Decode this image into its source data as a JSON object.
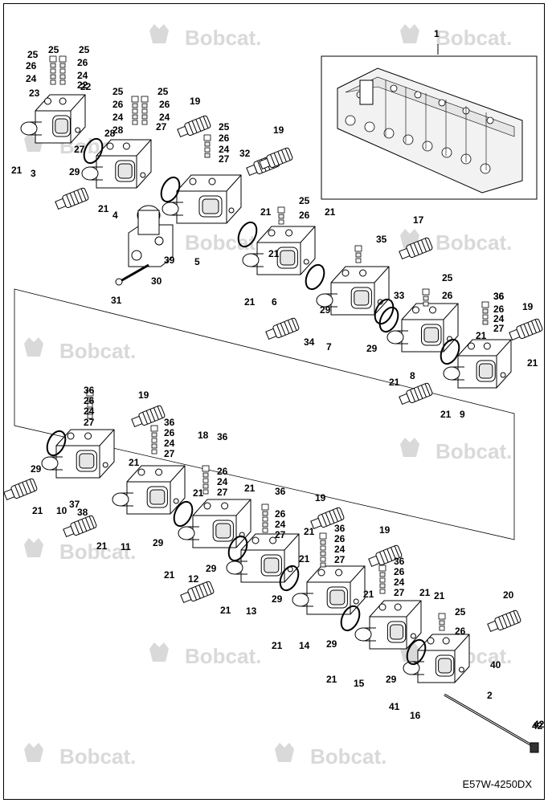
{
  "watermark": {
    "text": "Bobcat.",
    "color": "#d9d9d9"
  },
  "drawing_code": "E57W-4250DX",
  "callouts": [
    "1",
    "2",
    "3",
    "4",
    "5",
    "6",
    "7",
    "8",
    "9",
    "10",
    "11",
    "12",
    "13",
    "14",
    "15",
    "16",
    "17",
    "18",
    "19",
    "20",
    "21",
    "22",
    "23",
    "24",
    "25",
    "26",
    "27",
    "28",
    "29",
    "30",
    "31",
    "32",
    "33",
    "34",
    "35",
    "36",
    "37",
    "38",
    "39",
    "40",
    "41",
    "42"
  ],
  "colors": {
    "line": "#000000",
    "fill": "#ffffff",
    "shade": "#e6e6e6"
  }
}
